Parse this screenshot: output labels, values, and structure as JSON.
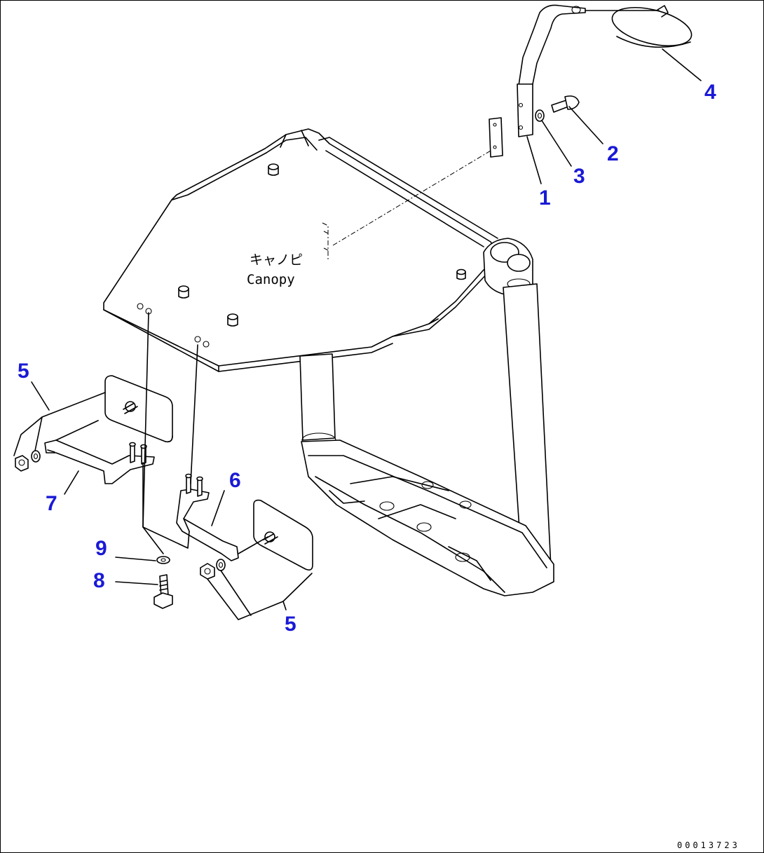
{
  "diagram": {
    "canopy_label_jp": "キャノピ",
    "canopy_label_en": "Canopy",
    "figure_id": "00013723",
    "callouts": [
      {
        "id": "1",
        "label": "1"
      },
      {
        "id": "2",
        "label": "2"
      },
      {
        "id": "3",
        "label": "3"
      },
      {
        "id": "4",
        "label": "4"
      },
      {
        "id": "5a",
        "label": "5"
      },
      {
        "id": "5b",
        "label": "5"
      },
      {
        "id": "6",
        "label": "6"
      },
      {
        "id": "7",
        "label": "7"
      },
      {
        "id": "8",
        "label": "8"
      },
      {
        "id": "9",
        "label": "9"
      }
    ]
  },
  "colors": {
    "callout": "#1a1ad6",
    "line": "#000000",
    "background": "#ffffff"
  }
}
